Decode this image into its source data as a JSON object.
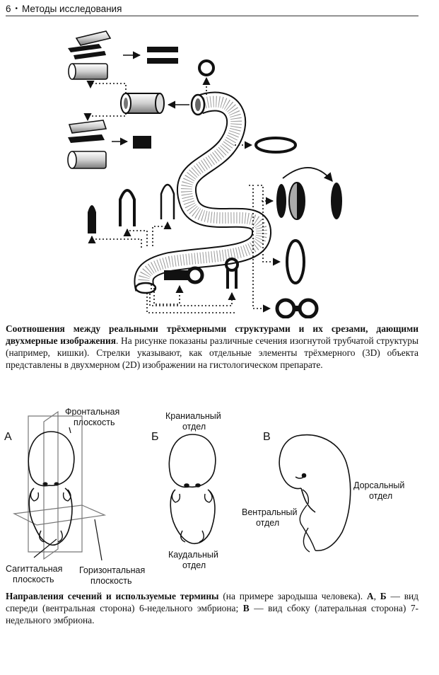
{
  "header": {
    "page_number": "6",
    "bullet": "•",
    "section_title": "Методы исследования"
  },
  "figure1": {
    "caption_title": "Соотношения между реальными трёхмерными структурами и их срезами, дающими двухмерные изображения",
    "caption_text": ". На рисунке показаны различные сечения изогнутой трубчатой структуры (например, кишки). Стрелки указывают, как отдельные элементы трёхмерного (3D) объекта представлены в двухмерном (2D) изображении на гистологическом препарате."
  },
  "figure2": {
    "panel_a": "А",
    "panel_b": "Б",
    "panel_c": "В",
    "frontal_plane_line1": "Фронтальная",
    "frontal_plane_line2": "плоскость",
    "sagittal_plane_line1": "Сагиттальная",
    "sagittal_plane_line2": "плоскость",
    "horizontal_plane_line1": "Горизонтальная",
    "horizontal_plane_line2": "плоскость",
    "cranial_line1": "Краниальный",
    "cranial_line2": "отдел",
    "caudal_line1": "Каудальный",
    "caudal_line2": "отдел",
    "dorsal_line1": "Дорсальный",
    "dorsal_line2": "отдел",
    "ventral_line1": "Вентральный",
    "ventral_line2": "отдел",
    "caption_title": "Направления сечений и используемые термины",
    "caption_p1": " (на примере зародыша человека). ",
    "caption_a": "А",
    "caption_sep1": ", ",
    "caption_b": "Б",
    "caption_p2": " — вид спереди (вентральная сторона) 6-недельного эмбриона; ",
    "caption_c": "В",
    "caption_p3": " — вид сбоку (латеральная сторона) 7-недельного эмбриона."
  }
}
